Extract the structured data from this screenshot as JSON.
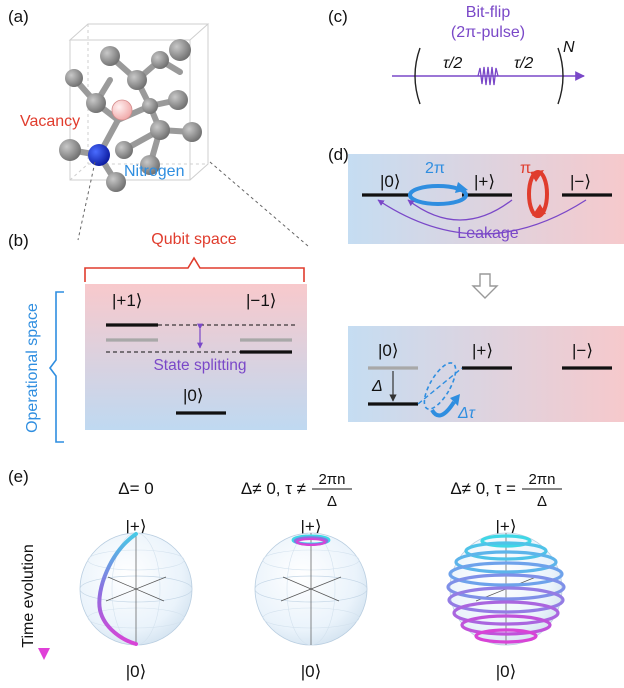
{
  "panels": {
    "a": "(a)",
    "b": "(b)",
    "c": "(c)",
    "d": "(d)",
    "e": "(e)"
  },
  "a": {
    "vacancy": "Vacancy",
    "nitrogen": "Nitrogen"
  },
  "b": {
    "qubit_space": "Qubit space",
    "operational_space": "Operational space",
    "ket_p1": "|+1⟩",
    "ket_m1": "|−1⟩",
    "ket_0": "|0⟩",
    "state_splitting": "State splitting"
  },
  "c": {
    "title_line1": "Bit-flip",
    "title_line2": "(2π-pulse)",
    "tau_left": "τ/2",
    "tau_right": "τ/2",
    "repeat": "N"
  },
  "d": {
    "ket_0": "|0⟩",
    "ket_plus": "|+⟩",
    "ket_minus": "|−⟩",
    "two_pi": "2π",
    "pi": "π",
    "leakage": "Leakage",
    "ket_0_b": "|0⟩",
    "ket_plus_b": "|+⟩",
    "ket_minus_b": "|−⟩",
    "delta": "Δ",
    "delta_tau": "Δτ"
  },
  "e": {
    "time_evolution": "Time evolution",
    "s1_title": "Δ= 0",
    "s2_title_left": "Δ≠ 0, τ ≠",
    "s2_num": "2πn",
    "s2_den": "Δ",
    "s3_title_left": "Δ≠ 0, τ =",
    "s3_num": "2πn",
    "s3_den": "Δ",
    "ket_plus": "|+⟩",
    "ket_zero": "|0⟩"
  },
  "colors": {
    "red": "#e03c2d",
    "blue": "#2f8ee0",
    "purple": "#7a48c8",
    "cyan": "#3fd7e6",
    "magenta": "#e040d8",
    "sphere_fill": "#e6f2fb",
    "box_red": "#f8c9cc",
    "box_blue": "#bfd9f1"
  }
}
